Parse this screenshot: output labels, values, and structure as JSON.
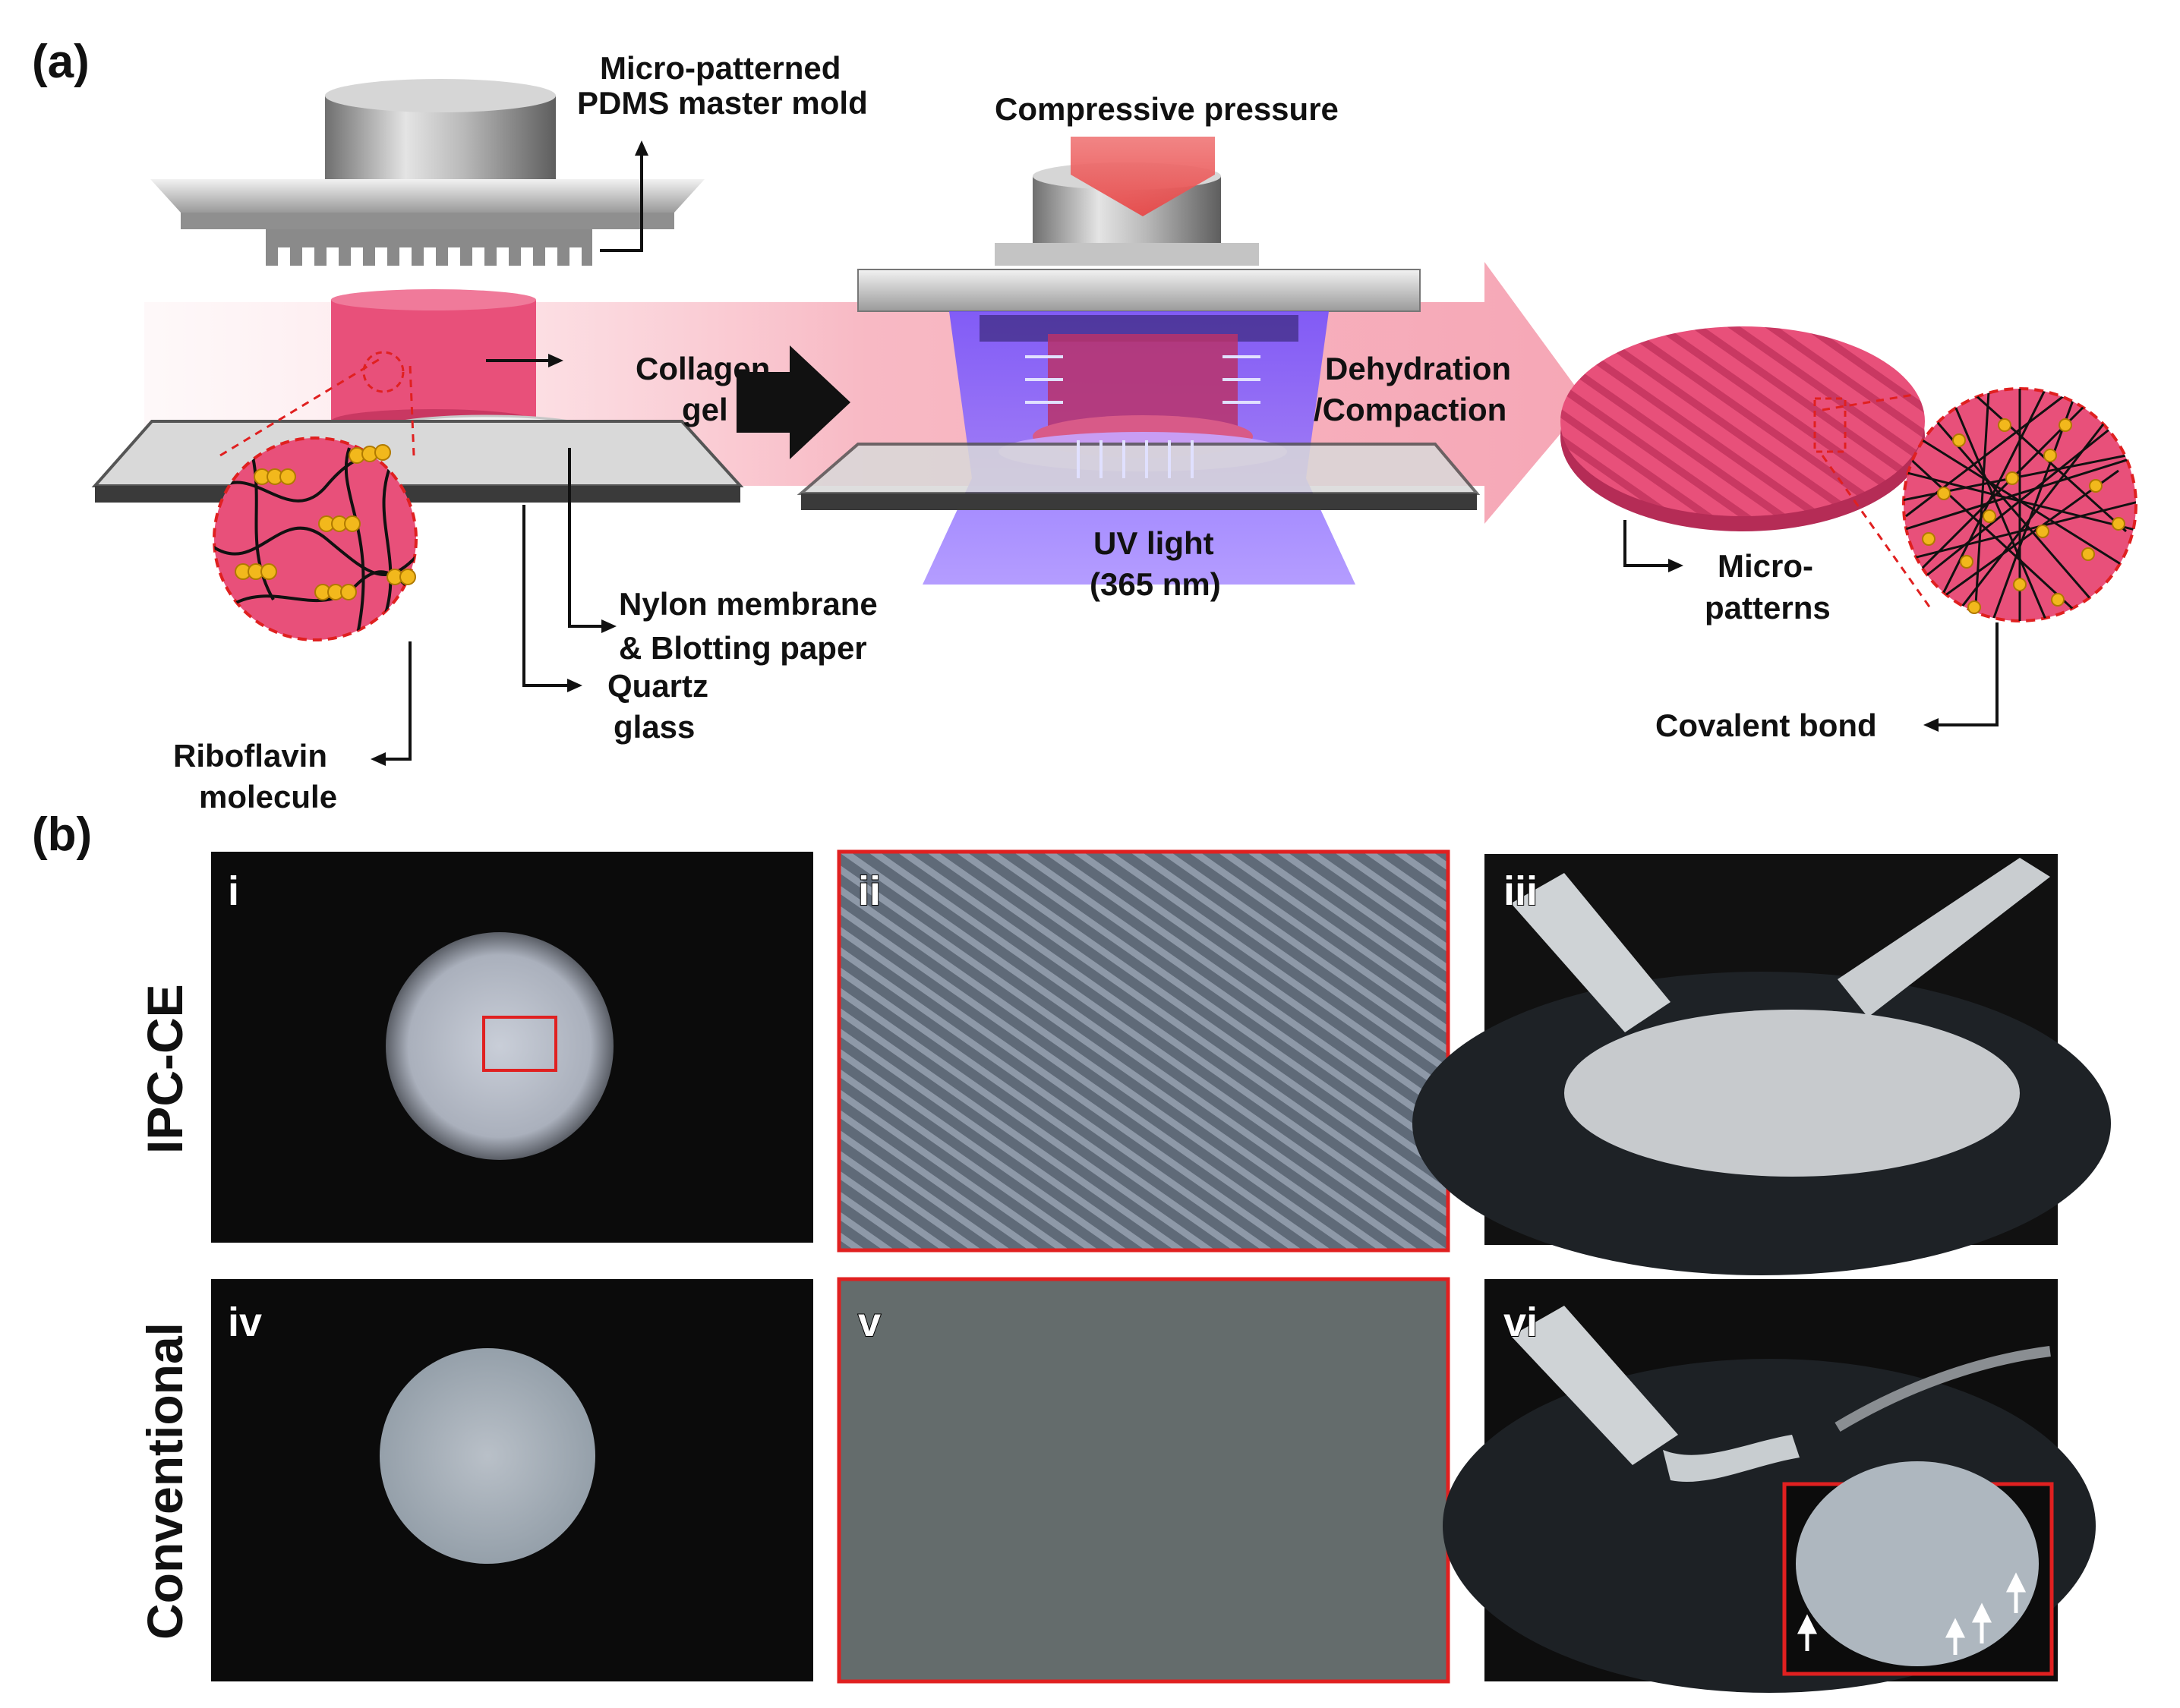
{
  "panel_a": {
    "letter": "(a)",
    "labels": {
      "master_mold_line1": "Micro-patterned",
      "master_mold_line2": "PDMS master mold",
      "compressive_pressure": "Compressive pressure",
      "collagen_line1": "Collagen",
      "collagen_line2": "gel",
      "dehydration_line1": "Dehydration",
      "dehydration_line2": "/Compaction",
      "uv_line1": "UV light",
      "uv_line2": "(365 nm)",
      "nylon_line1": "Nylon membrane",
      "nylon_line2": "& Blotting paper",
      "quartz_line1": "Quartz",
      "quartz_line2": "glass",
      "riboflavin_line1": "Riboflavin",
      "riboflavin_line2": "molecule",
      "micropatterns_line1": "Micro-",
      "micropatterns_line2": "patterns",
      "covalent_bond": "Covalent bond"
    }
  },
  "panel_b": {
    "letter": "(b)",
    "row_labels": [
      "IPC-CE",
      "Conventional"
    ],
    "subpanels": [
      "i",
      "ii",
      "iii",
      "iv",
      "v",
      "vi"
    ]
  },
  "colors": {
    "collagen_pink": "#e8507a",
    "highlight_red": "#e02020",
    "uv_purple": "#7b5cff",
    "riboflavin_yellow": "#f2b81c"
  }
}
